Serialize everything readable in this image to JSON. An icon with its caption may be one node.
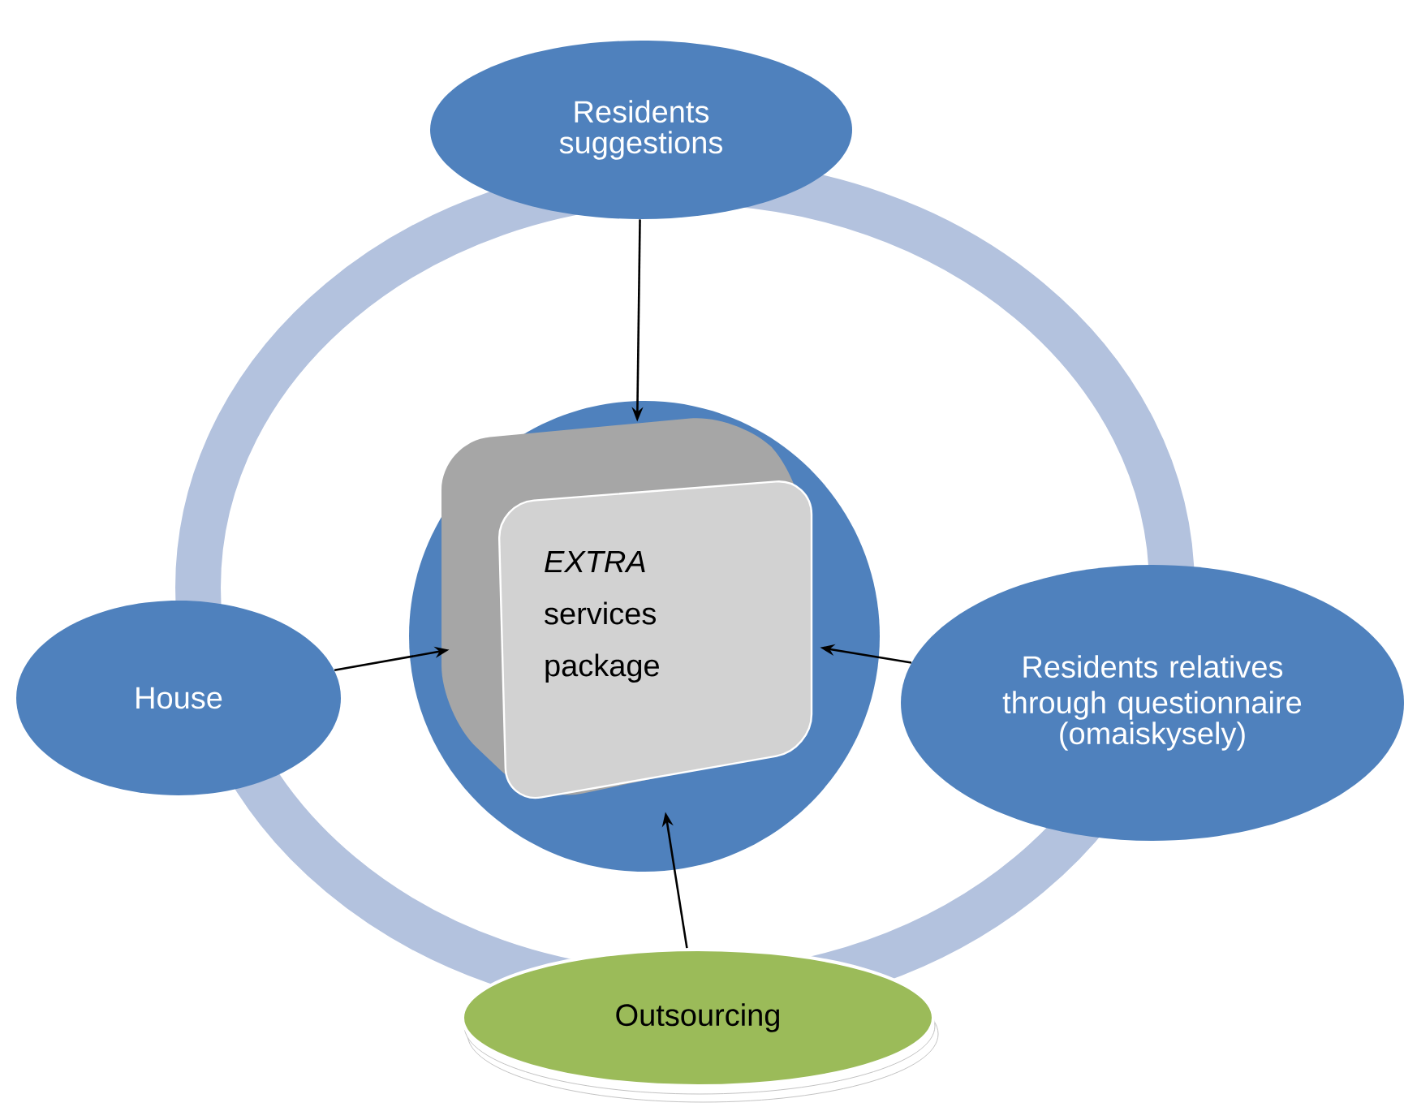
{
  "diagram": {
    "nodes": [
      {
        "text": [
          "Residents suggestions"
        ]
      },
      {
        "text": [],
        "shape": "circle"
      },
      {
        "text": [
          "*EXTRA* services package"
        ],
        "in": 1
      },
      {
        "text": [
          "House"
        ]
      },
      {
        "text": [
          "Residents relatives",
          "through questionnaire (omaiskysely)"
        ]
      },
      {
        "text": [
          "Outsourcing"
        ]
      }
    ],
    "edges": [
      {
        "from": 0,
        "to": 2,
        "arrow": "to"
      },
      {
        "from": 3,
        "to": 2,
        "arrow": "to"
      },
      {
        "from": 4,
        "to": 2,
        "arrow": "to"
      },
      {
        "from": 5,
        "to": 2,
        "arrow": "to"
      }
    ]
  }
}
